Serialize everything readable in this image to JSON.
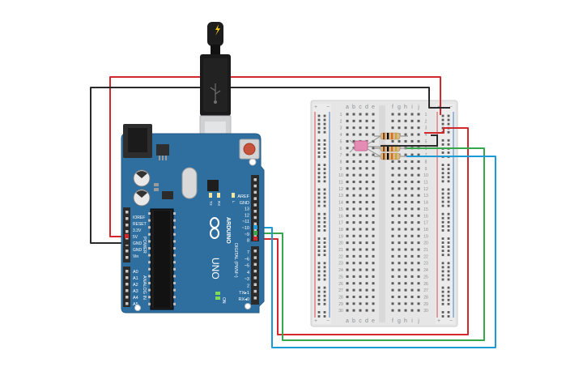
{
  "arduino": {
    "brand": "ARDUINO",
    "model": "UNO",
    "power_header": [
      "IOREF",
      "RESET",
      "3.3V",
      "5V",
      "GND",
      "GND",
      "Vin"
    ],
    "power_label": "POWER",
    "analog_pins": [
      "A0",
      "A1",
      "A2",
      "A3",
      "A4",
      "A5"
    ],
    "analog_label": "ANALOG IN",
    "digital_top": [
      "AREF",
      "GND",
      "13",
      "12",
      "~11",
      "~10",
      "~9",
      "8"
    ],
    "digital_bottom": [
      "7",
      "~6",
      "~5",
      "4",
      "~3",
      "2",
      "TX▸1",
      "RX◂0"
    ],
    "digital_label": "DIGITAL (PWM~)",
    "led_labels": [
      "L",
      "TX",
      "RX"
    ],
    "on_label": "ON",
    "colors": {
      "board": "#2f6fa0",
      "header": "#2b2b2b",
      "chip": "#1e1e1e"
    }
  },
  "breadboard": {
    "cols_left": [
      "a",
      "b",
      "c",
      "d",
      "e"
    ],
    "cols_right": [
      "f",
      "g",
      "h",
      "i",
      "j"
    ],
    "rows": [
      "1",
      "2",
      "3",
      "4",
      "5",
      "6",
      "7",
      "8",
      "9",
      "10",
      "11",
      "12",
      "13",
      "14",
      "15",
      "16",
      "17",
      "18",
      "19",
      "20",
      "21",
      "22",
      "23",
      "24",
      "25",
      "26",
      "27",
      "28",
      "29",
      "30"
    ],
    "rail_plus": "+",
    "rail_minus": "−",
    "colors": {
      "body": "#e9e9e9",
      "rail_red": "#d9464a",
      "rail_blue": "#4a7fc1"
    }
  },
  "components": {
    "led": {
      "color": "#e58cb4"
    },
    "resistors": [
      {
        "bands": [
          "#8b4513",
          "#000000",
          "#d2691e",
          "#c8a640"
        ]
      },
      {
        "bands": [
          "#8b4513",
          "#000000",
          "#d2691e",
          "#c8a640"
        ]
      },
      {
        "bands": [
          "#8b4513",
          "#000000",
          "#d2691e",
          "#c8a640"
        ]
      }
    ]
  },
  "wires": {
    "red": "#d2282d",
    "black": "#2a2a2a",
    "green": "#36a84b",
    "blue": "#1a9bd7"
  },
  "usb": {
    "icon": "usb-icon",
    "bolt": "lightning-bolt-icon"
  }
}
